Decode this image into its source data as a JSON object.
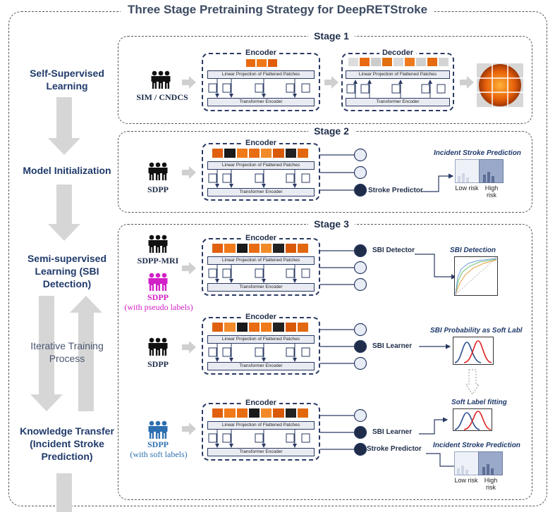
{
  "title": "Three Stage Pretraining Strategy for DeepRETStroke",
  "left_steps": {
    "self_supervised": "Self-Supervised Learning",
    "model_init": "Model Initialization",
    "semi_supervised": "Semi-supervised Learning (SBI Detection)",
    "iterative": "Iterative Training Process",
    "knowledge_transfer": "Knowledge Transfer (Incident Stroke Prediction)"
  },
  "stage1": {
    "title": "Stage 1",
    "population": "SIM / CNDCS",
    "encoder_title": "Encoder",
    "decoder_title": "Decoder",
    "linear_proj": "Linear Projection of Flattened Patches",
    "transformer": "Transformer Encoder"
  },
  "stage2": {
    "title": "Stage 2",
    "population": "SDPP",
    "encoder_title": "Encoder",
    "linear_proj": "Linear Projection of Flattened Patches",
    "transformer": "Transformer Encoder",
    "head_label": "Stroke Predictor",
    "chart_title": "Incident Stroke Prediction",
    "low_risk": "Low risk",
    "high_risk": "High risk"
  },
  "stage3": {
    "title": "Stage 3",
    "block1": {
      "population": "SDPP-MRI",
      "population2": "SDPP",
      "population2_note": "(with pseudo labels)",
      "encoder_title": "Encoder",
      "linear_proj": "Linear Projection of Flattened Patches",
      "transformer": "Transformer Encoder",
      "head_label": "SBI Detector",
      "chart_title": "SBI Detection"
    },
    "block2": {
      "population": "SDPP",
      "encoder_title": "Encoder",
      "linear_proj": "Linear Projection of Flattened Patches",
      "transformer": "Transformer Encoder",
      "head_label": "SBI Learner",
      "chart_title": "SBI Probability as Soft Labl"
    },
    "block3": {
      "population": "SDPP",
      "population_note": "(with soft labels)",
      "encoder_title": "Encoder",
      "linear_proj": "Linear Projection of Flattened Patches",
      "transformer": "Transformer Encoder",
      "head_label1": "SBI Learner",
      "head_label2": "Stroke Predictor",
      "chart_title1": "Soft Label fitting",
      "chart_title2": "Incident Stroke Prediction",
      "low_risk": "Low risk",
      "high_risk": "High risk"
    }
  },
  "colors": {
    "navy": "#1f2d4a",
    "pseudo_magenta": "#d21fc7",
    "soft_blue": "#2d6fb0",
    "curve_red": "#e02020",
    "curve_blue": "#2a4f8f"
  }
}
